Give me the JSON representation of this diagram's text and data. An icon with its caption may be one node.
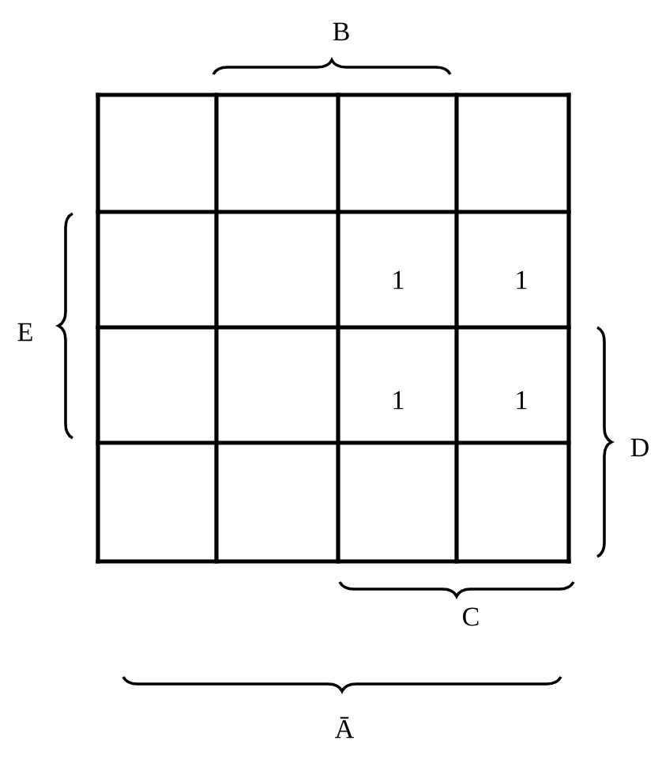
{
  "diagram": {
    "labels": [
      "B",
      "1",
      "1",
      "E",
      "1",
      "1",
      "D",
      "C",
      "Ā"
    ]
  }
}
